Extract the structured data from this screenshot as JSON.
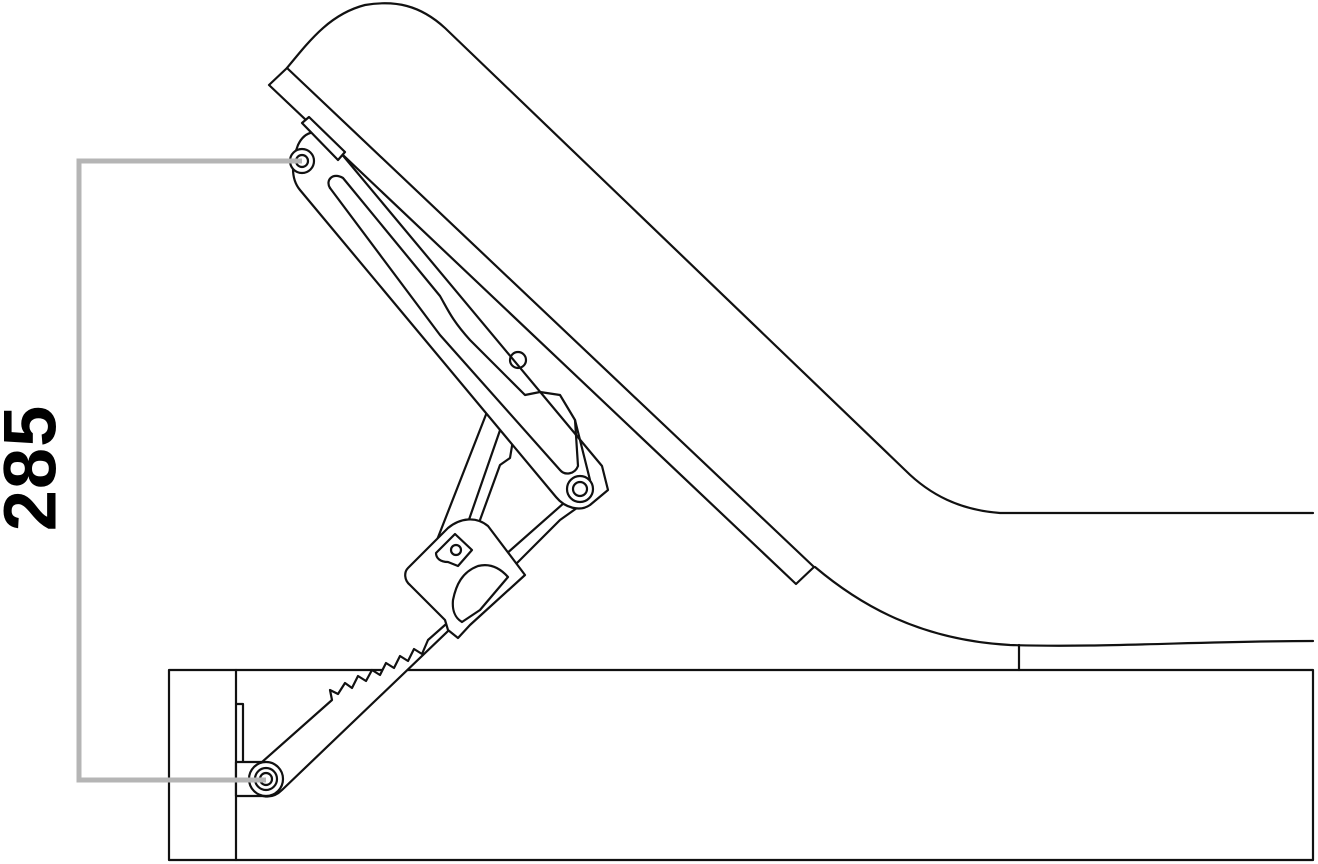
{
  "diagram": {
    "subject": "Adjustable bed lift mechanism, side view",
    "dimension": {
      "value": "285",
      "orientation": "vertical",
      "from": "lower pivot (frame hinge)",
      "to": "upper pivot (backrest bracket)"
    },
    "colors": {
      "line": "#111111",
      "dimension_line": "#b5b5b5",
      "background": "#ffffff",
      "label": "#000000"
    },
    "components": [
      "mattress-upper-section",
      "backrest-board",
      "upper-pivot-bracket",
      "lift-arm",
      "support-strut",
      "ratchet-lock-housing",
      "toothed-rack-arm",
      "lower-pivot-hinge",
      "base-frame",
      "frame-end-block"
    ]
  }
}
